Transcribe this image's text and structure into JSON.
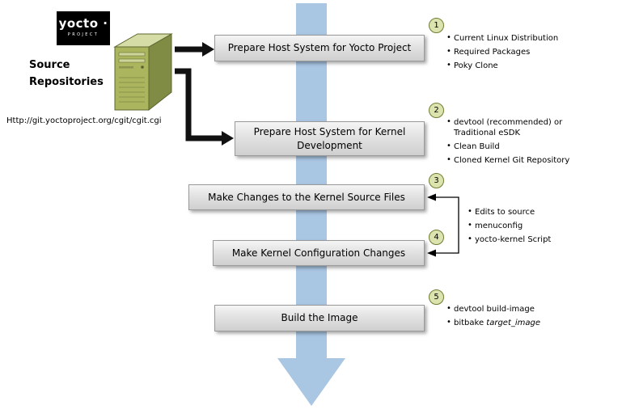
{
  "logo": {
    "brand": "yocto ·",
    "subtitle": "PROJECT"
  },
  "source": {
    "label": "Source Repositories",
    "url": "Http://git.yoctoproject.org/cgit/cgit.cgi"
  },
  "steps": [
    {
      "badge": "1",
      "label": "Prepare Host System for Yocto Project"
    },
    {
      "badge": "2",
      "label": "Prepare Host System for Kernel Development"
    },
    {
      "badge": "3",
      "label": "Make Changes to the Kernel Source Files"
    },
    {
      "badge": "4",
      "label": "Make Kernel Configuration Changes"
    },
    {
      "badge": "5",
      "label": "Build the Image"
    }
  ],
  "notes": {
    "n1": {
      "items": [
        "Current Linux Distribution",
        "Required Packages",
        "Poky Clone"
      ]
    },
    "n2": {
      "items": [
        "devtool (recommended) or Traditional eSDK",
        "Clean Build",
        "Cloned Kernel Git Repository"
      ]
    },
    "n34": {
      "items": [
        "Edits to source",
        "menuconfig",
        "yocto-kernel Script"
      ]
    },
    "n5": {
      "items": [
        "devtool build-image"
      ],
      "bitbake_prefix": "bitbake ",
      "bitbake_italic": "target_image"
    }
  },
  "colors": {
    "flow_arrow": "#a9c6e3",
    "badge_fill": "#dde3af",
    "badge_border": "#6f7d34",
    "server_front": "#aab55e",
    "server_top": "#d6dca6",
    "server_side": "#808c44",
    "connector": "#111111"
  }
}
